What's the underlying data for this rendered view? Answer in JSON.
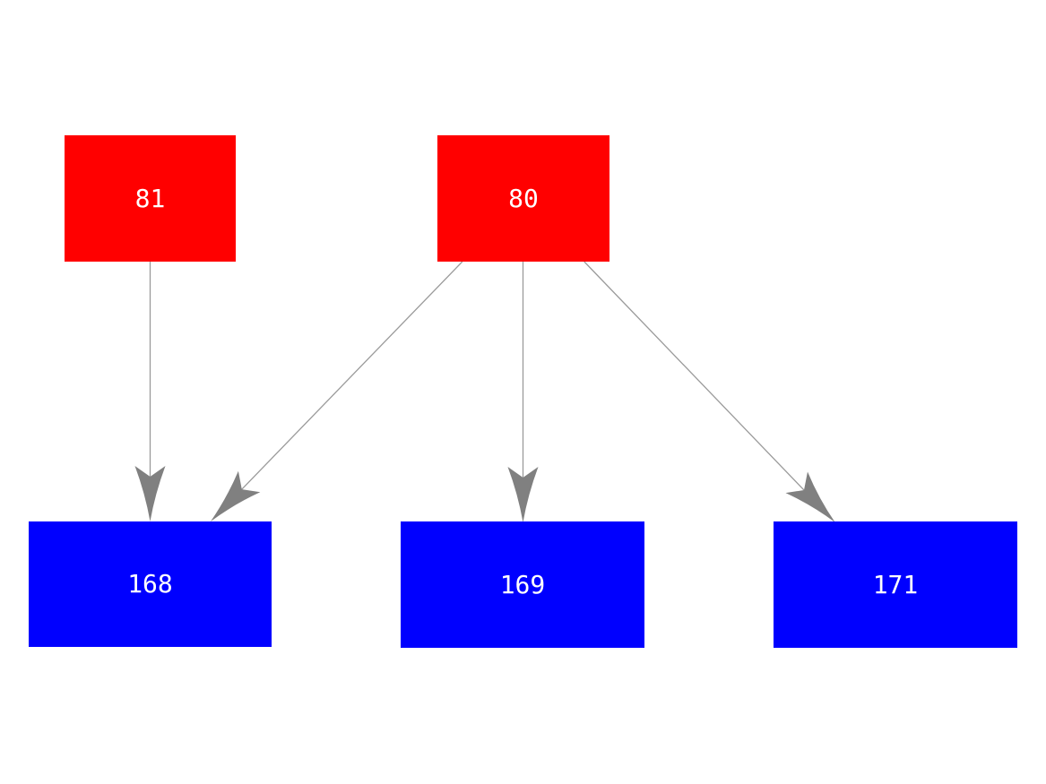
{
  "diagram": {
    "type": "directed-graph",
    "background_color": "#ffffff",
    "edge_color": "#808080",
    "node_text_color": "#ffffff",
    "node_colors": {
      "parent": "#ff0000",
      "child": "#0000ff"
    },
    "nodes": [
      {
        "id": "81",
        "label": "81",
        "role": "parent",
        "color": "#ff0000"
      },
      {
        "id": "80",
        "label": "80",
        "role": "parent",
        "color": "#ff0000"
      },
      {
        "id": "168",
        "label": "168",
        "role": "child",
        "color": "#0000ff"
      },
      {
        "id": "169",
        "label": "169",
        "role": "child",
        "color": "#0000ff"
      },
      {
        "id": "171",
        "label": "171",
        "role": "child",
        "color": "#0000ff"
      }
    ],
    "edges": [
      {
        "from": "81",
        "to": "168"
      },
      {
        "from": "80",
        "to": "168"
      },
      {
        "from": "80",
        "to": "169"
      },
      {
        "from": "80",
        "to": "171"
      }
    ]
  }
}
